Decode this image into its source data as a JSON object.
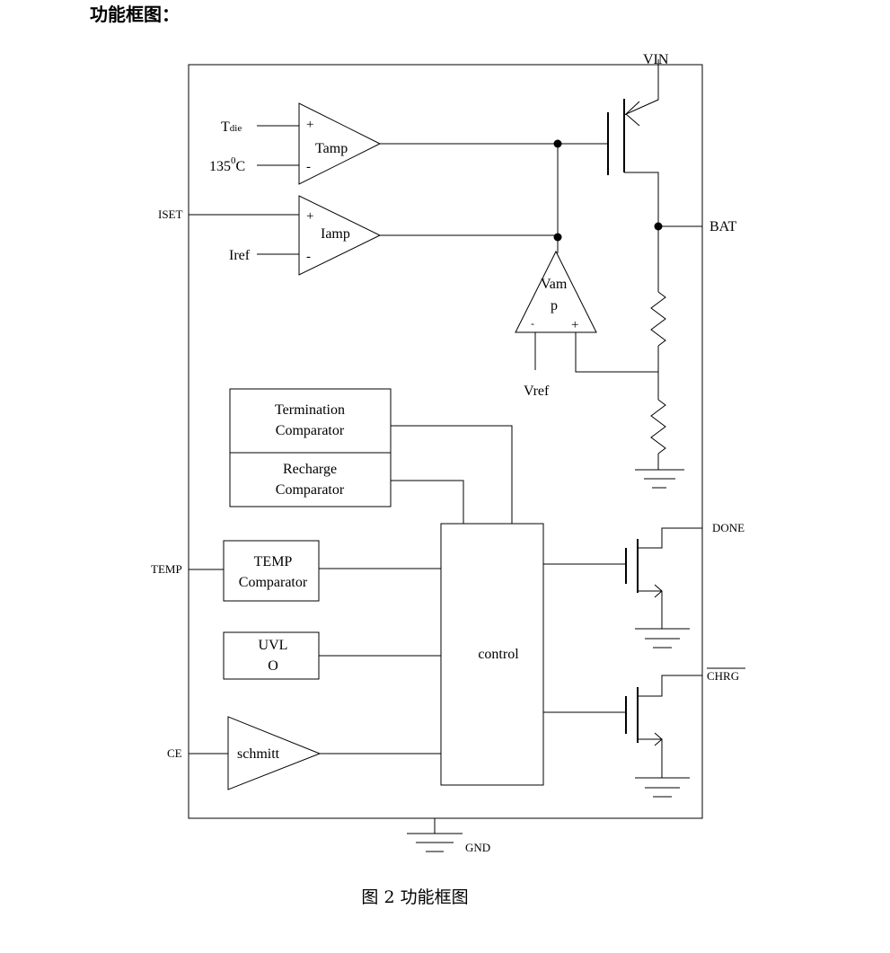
{
  "page": {
    "heading": "功能框图：",
    "caption": "图 2  功能框图"
  },
  "pins": {
    "vin": "VIN",
    "bat": "BAT",
    "iset": "ISET",
    "temp": "TEMP",
    "ce": "CE",
    "done": "DONE",
    "chrg": "CHRG",
    "gnd": "GND"
  },
  "amplifiers": {
    "tamp": {
      "label": "Tamp",
      "input1_main": "T",
      "input1_sub": "die",
      "input2_main": "135",
      "input2_sup": "0",
      "input2_unit": "C",
      "plus": "+",
      "minus": "-"
    },
    "iamp": {
      "label": "Iamp",
      "input2": "Iref",
      "plus": "+",
      "minus": "-"
    },
    "vamp": {
      "label_line1": "Vam",
      "label_line2": "p",
      "input": "Vref",
      "plus": "+",
      "minus": "-"
    },
    "schmitt": {
      "label": "schmitt"
    }
  },
  "blocks": {
    "termination": {
      "line1": "Termination",
      "line2": "Comparator"
    },
    "recharge": {
      "line1": "Recharge",
      "line2": "Comparator"
    },
    "temp_comp": {
      "line1": "TEMP",
      "line2": "Comparator"
    },
    "uvlo": {
      "line1": "UVL",
      "line2": "O"
    },
    "control": {
      "label": "control"
    }
  }
}
